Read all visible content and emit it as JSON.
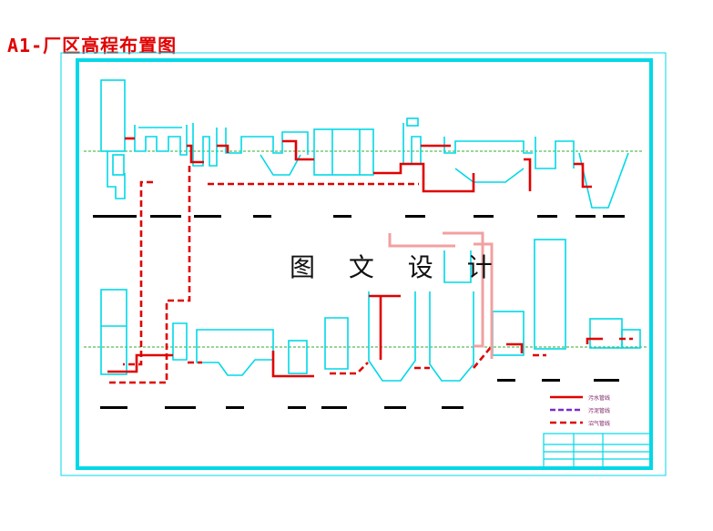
{
  "title": "A1-厂区高程布置图",
  "watermark": "图 文 设 计",
  "colors": {
    "frame": "#00d8e8",
    "sewage_pipe": "#e00000",
    "sludge_pipe": "#7a2cc8",
    "air_pipe": "#e00000",
    "ground": "#2fae2f",
    "highlight": "#f2a0a0"
  },
  "legend": {
    "sewage": "污水管线",
    "sludge": "污泥管线",
    "air": "沼气管线"
  }
}
